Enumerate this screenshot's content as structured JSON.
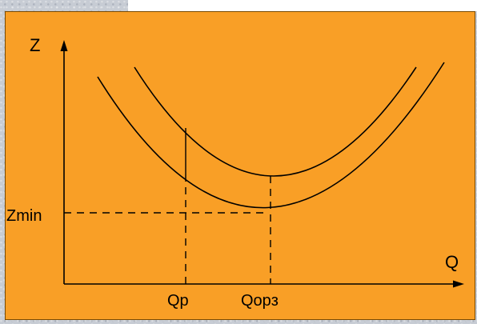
{
  "diagram": {
    "y_axis_label": "Z",
    "x_axis_label": "Q",
    "min_level_label": "Zmin",
    "tick_label_left": "Qp",
    "tick_label_right": "Qopз"
  },
  "colors": {
    "panel_background": "#f99f26",
    "backdrop": "#c7ccd4",
    "ink": "#000000"
  }
}
